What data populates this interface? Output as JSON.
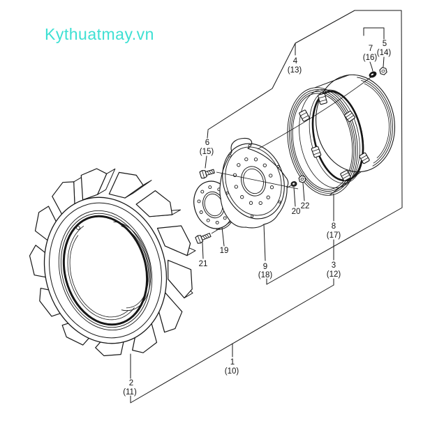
{
  "watermark": {
    "text": "Kythuatmay.vn",
    "color": "#3ee0d3"
  },
  "diagram_colors": {
    "line": "#161616",
    "background": "#ffffff"
  },
  "callouts": {
    "c1": {
      "num": "1",
      "paren": "(10)"
    },
    "c2": {
      "num": "2",
      "paren": "(11)"
    },
    "c3": {
      "num": "3",
      "paren": "(12)"
    },
    "c4": {
      "num": "4",
      "paren": "(13)"
    },
    "c5": {
      "num": "5",
      "paren": "(14)"
    },
    "c6": {
      "num": "6",
      "paren": "(15)"
    },
    "c7": {
      "num": "7",
      "paren": "(16)"
    },
    "c8": {
      "num": "8",
      "paren": "(17)"
    },
    "c9": {
      "num": "9",
      "paren": "(18)"
    },
    "c19": {
      "num": "19"
    },
    "c20": {
      "num": "20"
    },
    "c21": {
      "num": "21"
    },
    "c22": {
      "num": "22"
    }
  }
}
